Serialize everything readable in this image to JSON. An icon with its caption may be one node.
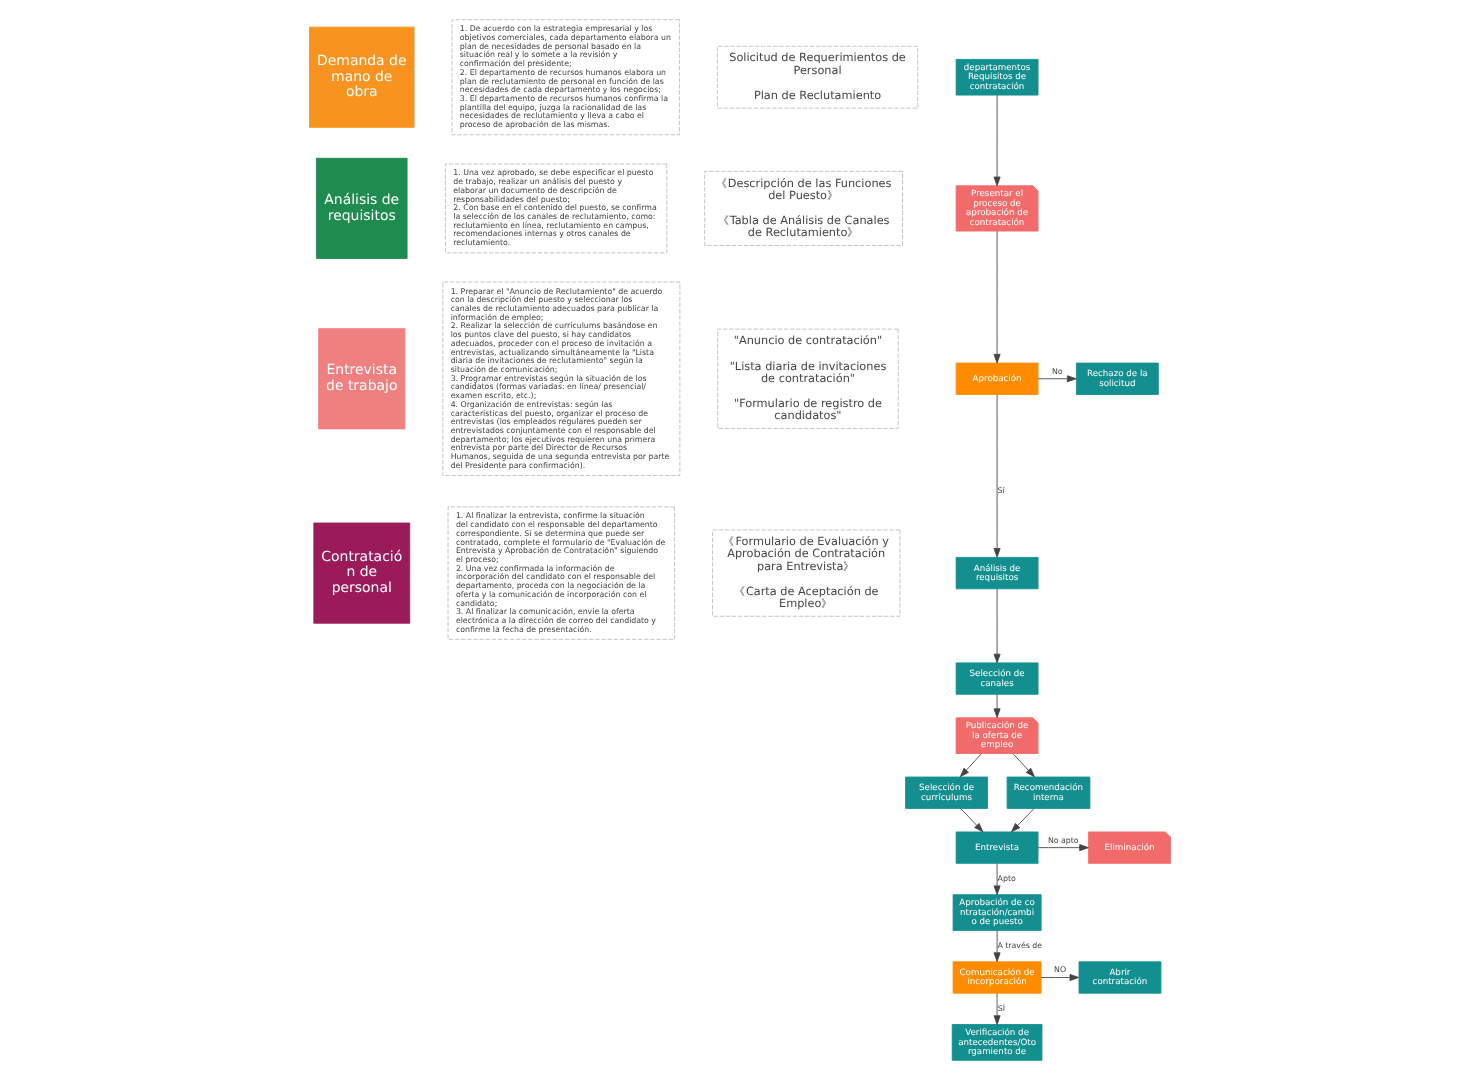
{
  "diagram": {
    "nodes": [
      {
        "text": [
          "Demanda de mano de obra"
        ]
      },
      {
        "text": [
          "1. De acuerdo con la estrategia empresarial y los objetivos comerciales, cada departamento elabora un plan de necesidades de personal basado en la situación real y lo somete a la revisión y confirmación del presidente;",
          "2. El departamento de recursos humanos elabora un plan de reclutamiento de personal en función de las necesidades de cada departamento y los negocios;",
          "3. El departamento de recursos humanos confirma la plantilla del equipo, juzga la racionalidad de las necesidades de reclutamiento y lleva a cabo el proceso de aprobación de las mismas."
        ]
      },
      {
        "text": [
          "Solicitud de Requerimientos de Personal",
          "Plan de Reclutamiento"
        ]
      },
      {
        "text": [
          "Análisis de requisitos"
        ]
      },
      {
        "text": [
          "1. Una vez aprobado, se debe especificar el puesto de trabajo, realizar un análisis del puesto y elaborar un documento de descripción de responsabilidades del puesto;",
          "2. Con base en el contenido del puesto, se confirma la selección de los canales de reclutamiento, como: reclutamiento en línea, reclutamiento en campus, recomendaciones internas y otros canales de reclutamiento."
        ]
      },
      {
        "text": [
          "《Descripción de las Funciones del Puesto》",
          "《Tabla de Análisis de Canales de Reclutamiento》"
        ]
      },
      {
        "text": [
          "Entrevista de trabajo"
        ]
      },
      {
        "text": [
          "1. Preparar el \"Anuncio de Reclutamiento\" de acuerdo con la descripción del puesto y seleccionar los canales de reclutamiento adecuados para publicar la información de empleo;",
          "2. Realizar la selección de currículums basándose en los puntos clave del puesto, si hay candidatos adecuados, proceder con el proceso de invitación a entrevistas, actualizando simultáneamente la \"Lista diaria de invitaciones de reclutamiento\" según la situación de comunicación;",
          "3. Programar entrevistas según la situación de los candidatos (formas variadas: en línea/ presencial/ examen escrito, etc.);",
          "4. Organización de entrevistas: según las características del puesto, organizar el proceso de entrevistas (los empleados regulares pueden ser entrevistados conjuntamente con el responsable del departamento; los ejecutivos requieren una primera entrevista por parte del Director de Recursos Humanos, seguida de una segunda entrevista por parte del Presidente para confirmación)."
        ]
      },
      {
        "text": [
          "\"Anuncio de contratación\"",
          "\"Lista diaria de invitaciones de contratación\"",
          "\"Formulario de registro de candidatos\""
        ]
      },
      {
        "text": [
          "Contratación de personal"
        ]
      },
      {
        "text": [
          "1. Al finalizar la entrevista, confirme la situación del candidato con el responsable del departamento correspondiente. Si se determina que puede ser contratado, complete el formulario de \"Evaluación de Entrevista y Aprobación de Contratación\" siguiendo el proceso;",
          "2. Una vez confirmada la información de incorporación del candidato con el responsable del departamento, proceda con la negociación de la oferta y la comunicación de incorporación con el candidato;",
          "3. Al finalizar la comunicación, envíe la oferta electrónica a la dirección de correo del candidato y confirme la fecha de presentación."
        ]
      },
      {
        "text": [
          "《Formulario de Evaluación y Aprobación de Contratación para Entrevista》",
          "《Carta de Aceptación de Empleo》"
        ]
      },
      {
        "text": [
          "departamentos Requisitos de contratación"
        ]
      },
      {
        "text": [
          "Presentar el proceso de aprobación de contratación"
        ]
      },
      {
        "text": [
          "Aprobación"
        ]
      },
      {
        "text": [
          "Rechazo de la solicitud"
        ]
      },
      {
        "text": [
          "Análisis de requisitos"
        ]
      },
      {
        "text": [
          "Selección de canales"
        ]
      },
      {
        "text": [
          "Publicación de la oferta de empleo"
        ]
      },
      {
        "text": [
          "Selección de currículums"
        ]
      },
      {
        "text": [
          "Recomendación interna"
        ]
      },
      {
        "text": [
          "Entrevista"
        ]
      },
      {
        "text": [
          "Eliminación"
        ]
      },
      {
        "text": [
          "Aprobación de contratación/cambio de puesto"
        ]
      },
      {
        "text": [
          "Comunicación de incorporación"
        ]
      },
      {
        "text": [
          "Abrir contratación"
        ]
      },
      {
        "text": [
          "Verificación de antecedentes/Otorgamiento de"
        ]
      }
    ],
    "edges": [
      {
        "from": 12,
        "to": 13,
        "arrow": "to"
      },
      {
        "from": 13,
        "to": 14,
        "arrow": "to"
      },
      {
        "from": 14,
        "to": 15,
        "arrow": "to",
        "label": "No"
      },
      {
        "from": 14,
        "to": 16,
        "arrow": "to",
        "label": "Sí"
      },
      {
        "from": 16,
        "to": 17,
        "arrow": "to"
      },
      {
        "from": 17,
        "to": 18,
        "arrow": "to"
      },
      {
        "from": 18,
        "to": 19,
        "arrow": "to"
      },
      {
        "from": 18,
        "to": 20,
        "arrow": "to"
      },
      {
        "from": 19,
        "to": 21,
        "arrow": "to"
      },
      {
        "from": 20,
        "to": 21,
        "arrow": "to"
      },
      {
        "from": 21,
        "to": 22,
        "arrow": "to",
        "label": "No apto"
      },
      {
        "from": 21,
        "to": 23,
        "arrow": "to",
        "label": "Apto"
      },
      {
        "from": 23,
        "to": 24,
        "arrow": "to",
        "label": "A través de"
      },
      {
        "from": 24,
        "to": 25,
        "arrow": "to",
        "label": "NO"
      },
      {
        "from": 24,
        "to": 26,
        "arrow": "to",
        "label": "SÍ"
      }
    ]
  }
}
